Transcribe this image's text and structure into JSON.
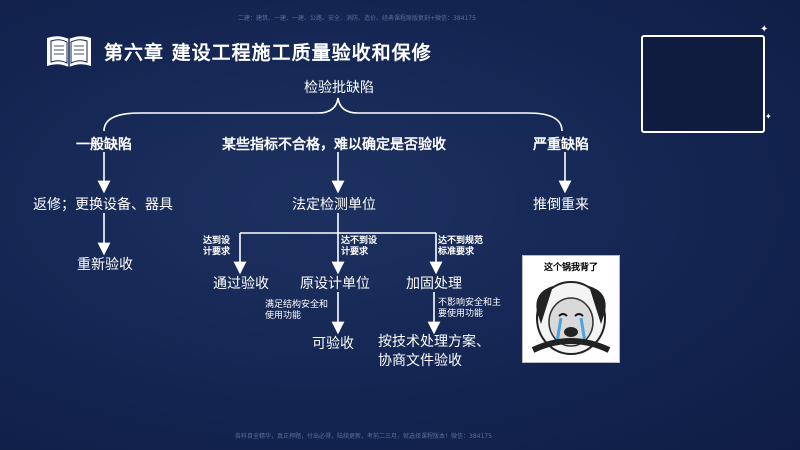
{
  "watermark": {
    "top": "二建：建筑、一建、一建、公路、安全、消防、造价、经典课程原版复刻+微信：384175",
    "bottom": "各科目全精华，真正押题，付出必得，陆续更新，考前二三月，就选择课程版本！微信：384175"
  },
  "slide": {
    "title": "第六章  建设工程施工质量验收和保修"
  },
  "diagram": {
    "root": "检验批缺陷",
    "branches": [
      {
        "label": "一般缺陷",
        "children": [
          "返修；更换设备、器具",
          "重新验收"
        ]
      },
      {
        "label": "某些指标不合格，难以确定是否验收",
        "children": [
          "法定检测单位"
        ]
      },
      {
        "label": "严重缺陷",
        "children": [
          "推倒重来"
        ]
      }
    ],
    "sub": {
      "left_note": "达到设\n计要求",
      "left_node": "通过验收",
      "mid_note": "达不到设\n计要求",
      "mid_node": "原设计单位",
      "mid_bottom_note": "满足结构安全和\n使用功能",
      "mid_bottom_node": "可验收",
      "right_note": "达不到规范\n标准要求",
      "right_node": "加固处理",
      "right_bottom_note": "不影响安全和主\n要使用功能",
      "right_bottom_node": "按技术处理方案、\n协商文件验收"
    }
  },
  "meme": {
    "caption": "这个锅我背了"
  },
  "colors": {
    "background": "#142552",
    "line": "#ffffff",
    "text": "#ffffff"
  },
  "icons": {
    "book": "book-icon",
    "stars": "sparkle-icon"
  }
}
